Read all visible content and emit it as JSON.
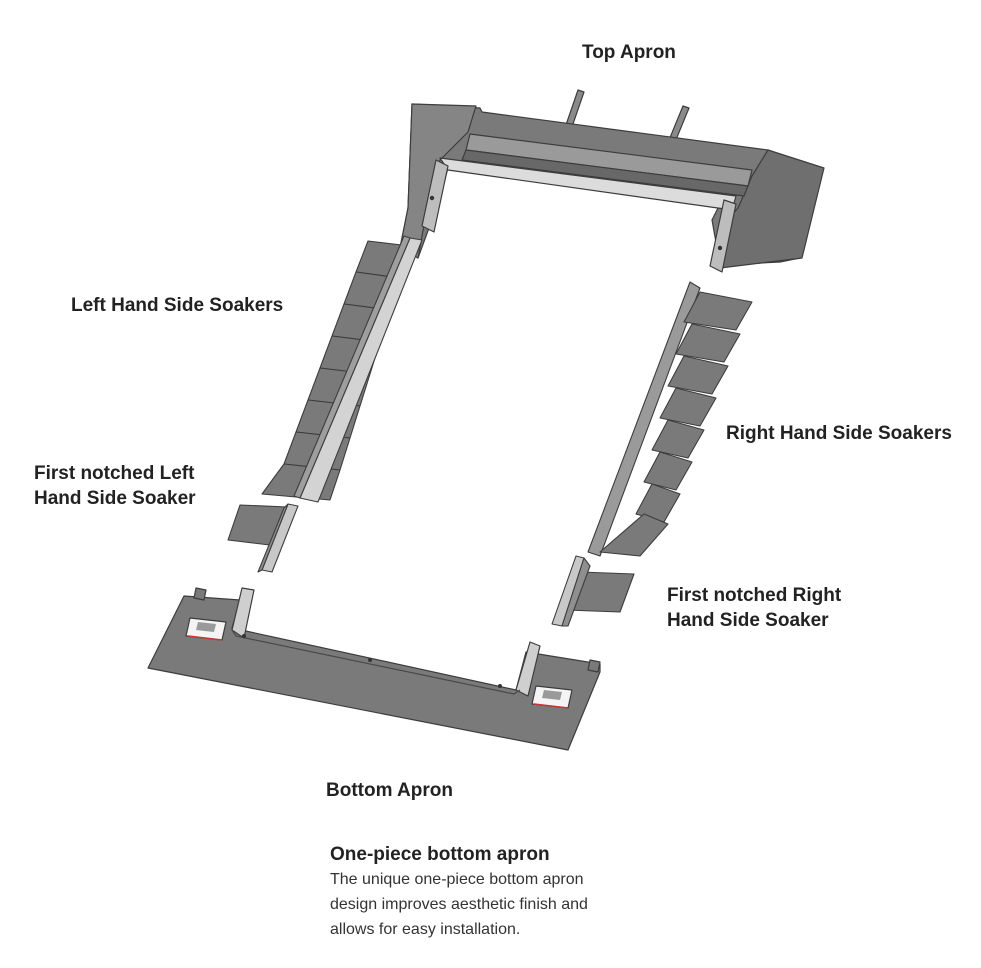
{
  "labels": {
    "top_apron": "Top Apron",
    "left_soakers": "Left Hand Side Soakers",
    "right_soakers": "Right Hand Side Soakers",
    "first_left": [
      "First notched Left",
      "Hand Side Soaker"
    ],
    "first_right": [
      "First notched Right",
      "Hand Side Soaker"
    ],
    "bottom_apron": "Bottom Apron"
  },
  "note": {
    "title": "One-piece bottom apron",
    "lines": [
      "The unique one-piece bottom apron",
      "design improves aesthetic finish and",
      "allows for easy installation."
    ]
  },
  "colors": {
    "metal": "#7a7a7a",
    "metal_dark": "#5e5e5e",
    "metal_light": "#a9a9a9",
    "upstand": "#d3d3d3",
    "outline": "#3d3d3d"
  }
}
